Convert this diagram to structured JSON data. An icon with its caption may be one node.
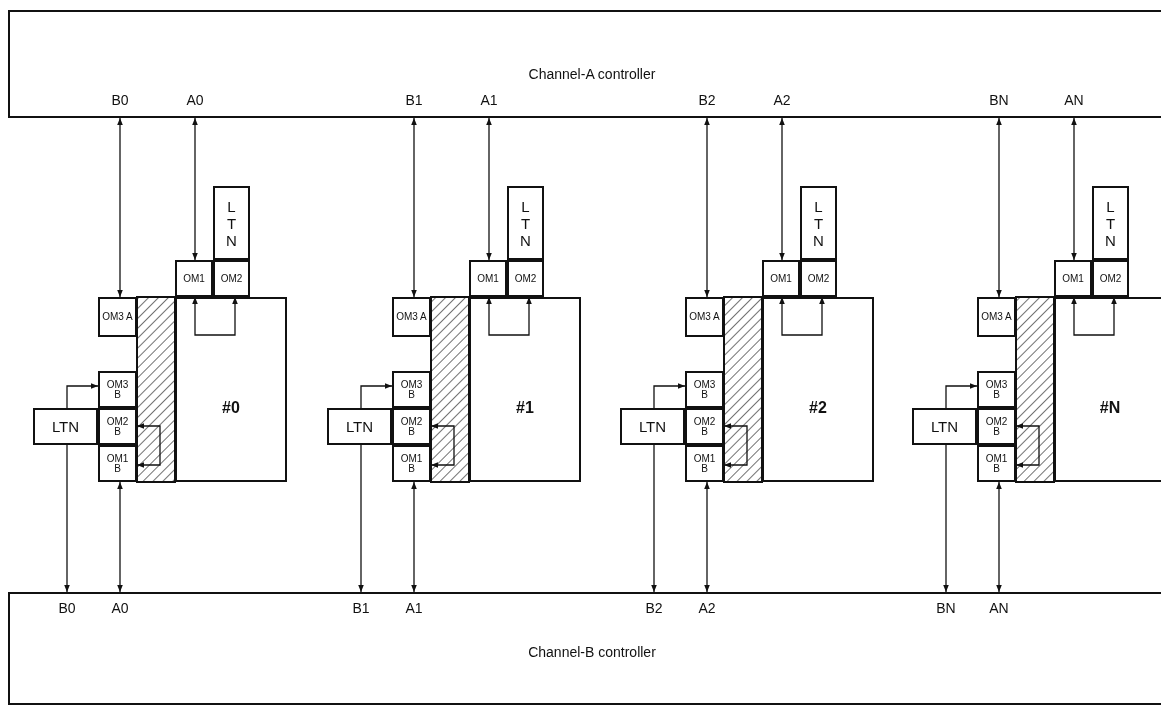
{
  "diagram": {
    "nodes": [
      {
        "text": [
          "Channel-A controller"
        ]
      },
      {
        "text": [
          "LTN"
        ]
      },
      {
        "text": [
          "OM1"
        ]
      },
      {
        "text": [
          "OM2"
        ]
      },
      {
        "text": [
          "OM3 A"
        ]
      },
      {
        "text": [
          "#0"
        ]
      },
      {
        "text": [
          "OM3 B"
        ]
      },
      {
        "text": [
          "LTN"
        ]
      },
      {
        "text": [
          "OM2 B"
        ]
      },
      {
        "text": [
          "OM1 B"
        ]
      },
      {
        "text": [
          "LTN"
        ]
      },
      {
        "text": [
          "OM1"
        ]
      },
      {
        "text": [
          "OM2"
        ]
      },
      {
        "text": [
          "OM3 A"
        ]
      },
      {
        "text": [
          "#1"
        ]
      },
      {
        "text": [
          "OM3 B"
        ]
      },
      {
        "text": [
          "LTN"
        ]
      },
      {
        "text": [
          "OM2 B"
        ]
      },
      {
        "text": [
          "OM1 B"
        ]
      },
      {
        "text": [
          "LTN"
        ]
      },
      {
        "text": [
          "OM1"
        ]
      },
      {
        "text": [
          "OM2"
        ]
      },
      {
        "text": [
          "OM3 A"
        ]
      },
      {
        "text": [
          "#2"
        ]
      },
      {
        "text": [
          "OM3 B"
        ]
      },
      {
        "text": [
          "LTN"
        ]
      },
      {
        "text": [
          "OM2 B"
        ]
      },
      {
        "text": [
          "OM1 B"
        ]
      },
      {
        "text": [
          "LTN"
        ]
      },
      {
        "text": [
          "OM1"
        ]
      },
      {
        "text": [
          "OM2"
        ]
      },
      {
        "text": [
          "OM3 A"
        ]
      },
      {
        "text": [
          "#N"
        ]
      },
      {
        "text": [
          "OM3 B"
        ]
      },
      {
        "text": [
          "LTN"
        ]
      },
      {
        "text": [
          "OM2 B"
        ]
      },
      {
        "text": [
          "OM1 B"
        ]
      },
      {
        "text": [
          "Channel-B controller"
        ]
      }
    ],
    "edges": [
      {
        "from": 0,
        "to": 4,
        "arrow": "both"
      },
      {
        "from": 0,
        "to": 2,
        "arrow": "both"
      },
      {
        "from": 5,
        "to": 2,
        "arrow": "to"
      },
      {
        "from": 5,
        "to": 3,
        "arrow": "to"
      },
      {
        "from": 7,
        "to": 6,
        "arrow": "to"
      },
      {
        "from": 8,
        "to": 9,
        "arrow": "both"
      },
      {
        "from": 7,
        "to": 37,
        "arrow": "to"
      },
      {
        "from": 9,
        "to": 37,
        "arrow": "both"
      },
      {
        "from": 0,
        "to": 13,
        "arrow": "both"
      },
      {
        "from": 0,
        "to": 11,
        "arrow": "both"
      },
      {
        "from": 14,
        "to": 11,
        "arrow": "to"
      },
      {
        "from": 14,
        "to": 12,
        "arrow": "to"
      },
      {
        "from": 16,
        "to": 15,
        "arrow": "to"
      },
      {
        "from": 17,
        "to": 18,
        "arrow": "both"
      },
      {
        "from": 16,
        "to": 37,
        "arrow": "to"
      },
      {
        "from": 18,
        "to": 37,
        "arrow": "both"
      },
      {
        "from": 0,
        "to": 22,
        "arrow": "both"
      },
      {
        "from": 0,
        "to": 20,
        "arrow": "both"
      },
      {
        "from": 23,
        "to": 20,
        "arrow": "to"
      },
      {
        "from": 23,
        "to": 21,
        "arrow": "to"
      },
      {
        "from": 25,
        "to": 24,
        "arrow": "to"
      },
      {
        "from": 26,
        "to": 27,
        "arrow": "both"
      },
      {
        "from": 25,
        "to": 37,
        "arrow": "to"
      },
      {
        "from": 27,
        "to": 37,
        "arrow": "both"
      },
      {
        "from": 0,
        "to": 31,
        "arrow": "both"
      },
      {
        "from": 0,
        "to": 29,
        "arrow": "both"
      },
      {
        "from": 32,
        "to": 29,
        "arrow": "to"
      },
      {
        "from": 32,
        "to": 30,
        "arrow": "to"
      },
      {
        "from": 34,
        "to": 33,
        "arrow": "to"
      },
      {
        "from": 35,
        "to": 36,
        "arrow": "both"
      },
      {
        "from": 34,
        "to": 37,
        "arrow": "to"
      },
      {
        "from": 36,
        "to": 37,
        "arrow": "both"
      }
    ],
    "labels": [
      "B0",
      "A0",
      "B1",
      "A1",
      "B2",
      "A2",
      "BN",
      "AN",
      "B0",
      "A0",
      "B1",
      "A1",
      "B2",
      "A2",
      "BN",
      "AN"
    ]
  }
}
